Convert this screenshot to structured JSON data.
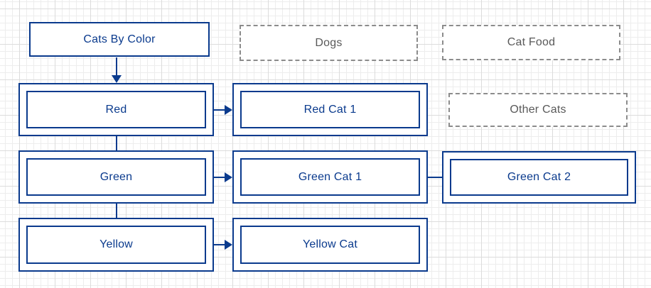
{
  "canvas": {
    "background": "#ffffff",
    "grid_minor_color": "#ededed",
    "grid_major_color": "#dcdcdc",
    "grid_minor_size": 10,
    "grid_major_size": 50
  },
  "colors": {
    "primary": "#0a3a8d",
    "dashed_border": "#8c8c8c",
    "dashed_text": "#595959"
  },
  "nodes": [
    {
      "id": "cats-by-color",
      "label": "Cats By Color",
      "style": "solid-single-border"
    },
    {
      "id": "dogs",
      "label": "Dogs",
      "style": "dashed-border"
    },
    {
      "id": "cat-food",
      "label": "Cat Food",
      "style": "dashed-border"
    },
    {
      "id": "red",
      "label": "Red",
      "style": "solid-double-border"
    },
    {
      "id": "red-cat-1",
      "label": "Red Cat 1",
      "style": "solid-double-border"
    },
    {
      "id": "other-cats",
      "label": "Other Cats",
      "style": "dashed-border"
    },
    {
      "id": "green",
      "label": "Green",
      "style": "solid-double-border"
    },
    {
      "id": "green-cat-1",
      "label": "Green Cat 1",
      "style": "solid-double-border"
    },
    {
      "id": "green-cat-2",
      "label": "Green Cat 2",
      "style": "solid-double-border"
    },
    {
      "id": "yellow",
      "label": "Yellow",
      "style": "solid-double-border"
    },
    {
      "id": "yellow-cat",
      "label": "Yellow Cat",
      "style": "solid-double-border"
    }
  ],
  "edges": [
    {
      "from": "cats-by-color",
      "to": "red",
      "direction": "down",
      "arrowhead": true
    },
    {
      "from": "red",
      "to": "green",
      "direction": "down",
      "arrowhead": false
    },
    {
      "from": "green",
      "to": "yellow",
      "direction": "down",
      "arrowhead": false
    },
    {
      "from": "red",
      "to": "red-cat-1",
      "direction": "right",
      "arrowhead": true
    },
    {
      "from": "green",
      "to": "green-cat-1",
      "direction": "right",
      "arrowhead": true
    },
    {
      "from": "green-cat-1",
      "to": "green-cat-2",
      "direction": "right",
      "arrowhead": false
    },
    {
      "from": "yellow",
      "to": "yellow-cat",
      "direction": "right",
      "arrowhead": true
    }
  ]
}
